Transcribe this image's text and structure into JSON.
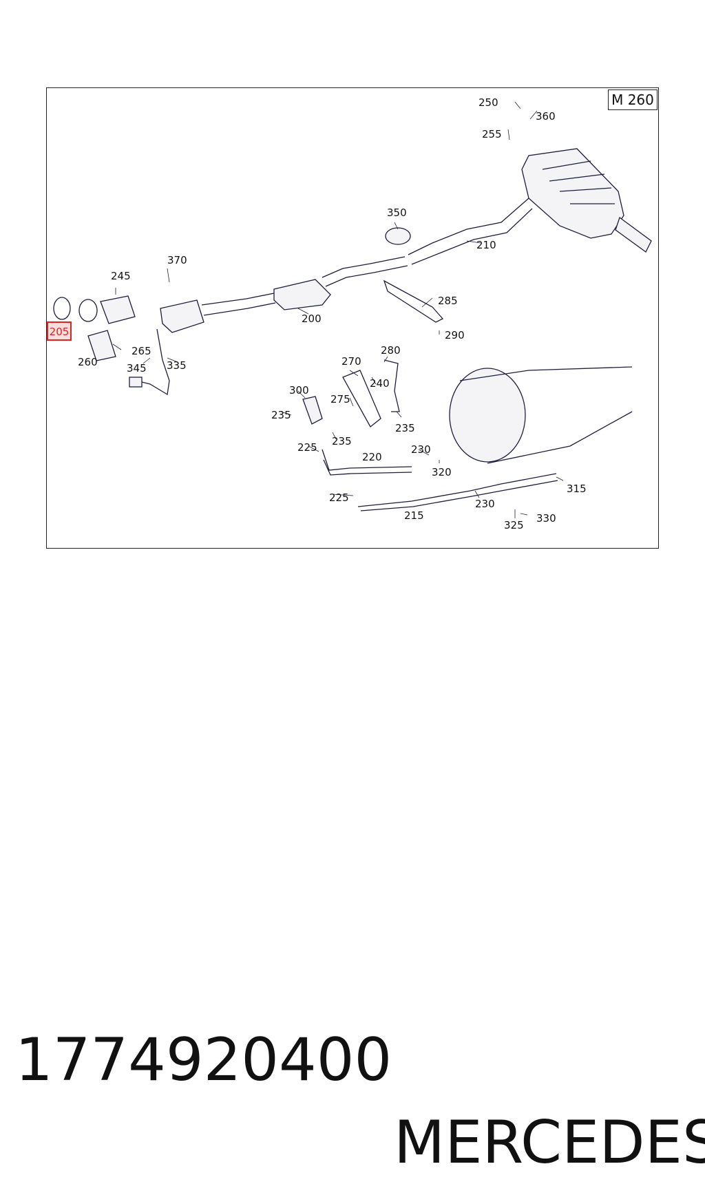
{
  "diagram": {
    "model_code": "M 260",
    "highlighted_label": "205",
    "labels": [
      {
        "id": "250",
        "text": "250"
      },
      {
        "id": "360",
        "text": "360"
      },
      {
        "id": "255",
        "text": "255"
      },
      {
        "id": "350",
        "text": "350"
      },
      {
        "id": "210",
        "text": "210"
      },
      {
        "id": "370",
        "text": "370"
      },
      {
        "id": "245",
        "text": "245"
      },
      {
        "id": "285",
        "text": "285"
      },
      {
        "id": "200",
        "text": "200"
      },
      {
        "id": "290",
        "text": "290"
      },
      {
        "id": "265",
        "text": "265"
      },
      {
        "id": "260",
        "text": "260"
      },
      {
        "id": "345",
        "text": "345"
      },
      {
        "id": "335",
        "text": "335"
      },
      {
        "id": "280",
        "text": "280"
      },
      {
        "id": "270",
        "text": "270"
      },
      {
        "id": "240",
        "text": "240"
      },
      {
        "id": "300",
        "text": "300"
      },
      {
        "id": "275",
        "text": "275"
      },
      {
        "id": "235a",
        "text": "235"
      },
      {
        "id": "235b",
        "text": "235"
      },
      {
        "id": "235c",
        "text": "235"
      },
      {
        "id": "225a",
        "text": "225"
      },
      {
        "id": "230a",
        "text": "230"
      },
      {
        "id": "220",
        "text": "220"
      },
      {
        "id": "320",
        "text": "320"
      },
      {
        "id": "315",
        "text": "315"
      },
      {
        "id": "225b",
        "text": "225"
      },
      {
        "id": "230b",
        "text": "230"
      },
      {
        "id": "215",
        "text": "215"
      },
      {
        "id": "330",
        "text": "330"
      },
      {
        "id": "325",
        "text": "325"
      }
    ]
  },
  "caption": {
    "part_number": "1774920400",
    "brand": "MERCEDES"
  }
}
